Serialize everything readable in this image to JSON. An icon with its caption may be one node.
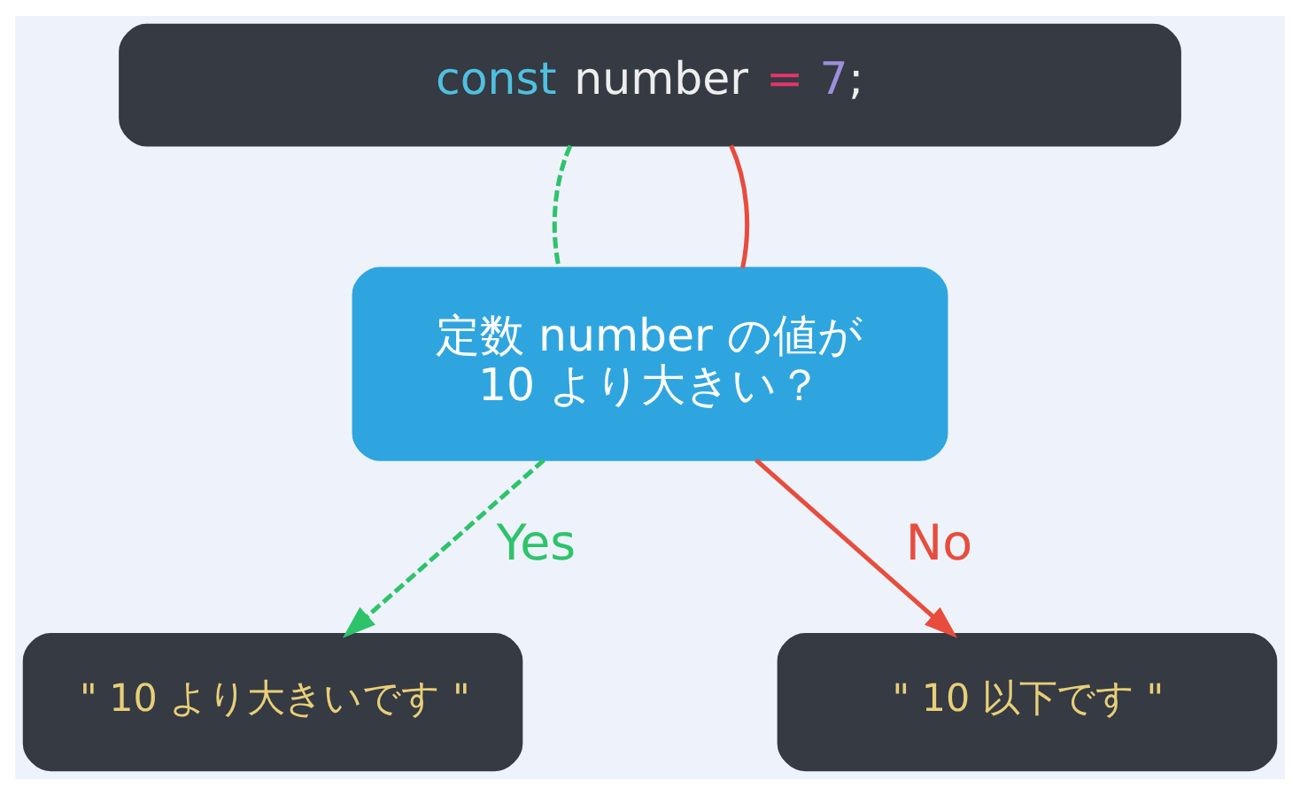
{
  "diagram": {
    "nodes": [
      {
        "text": [
          "const number = 7;"
        ]
      },
      {
        "text": [
          "定数 number の値が 10 より大きい？"
        ]
      },
      {
        "text": [
          "\" 10 より大きいです \""
        ]
      },
      {
        "text": [
          "\" 10 以下です \""
        ]
      }
    ],
    "edges": [
      {
        "from": 0,
        "to": 1,
        "arrow": "none",
        "style": "dashed",
        "color": "#2ec36b"
      },
      {
        "from": 0,
        "to": 1,
        "arrow": "none",
        "color": "#e84c3d"
      },
      {
        "from": 1,
        "to": 2,
        "arrow": "to",
        "label": "Yes",
        "style": "dashed",
        "color": "#2ec36b"
      },
      {
        "from": 1,
        "to": 3,
        "arrow": "to",
        "label": "No",
        "color": "#e84c3d"
      }
    ]
  }
}
